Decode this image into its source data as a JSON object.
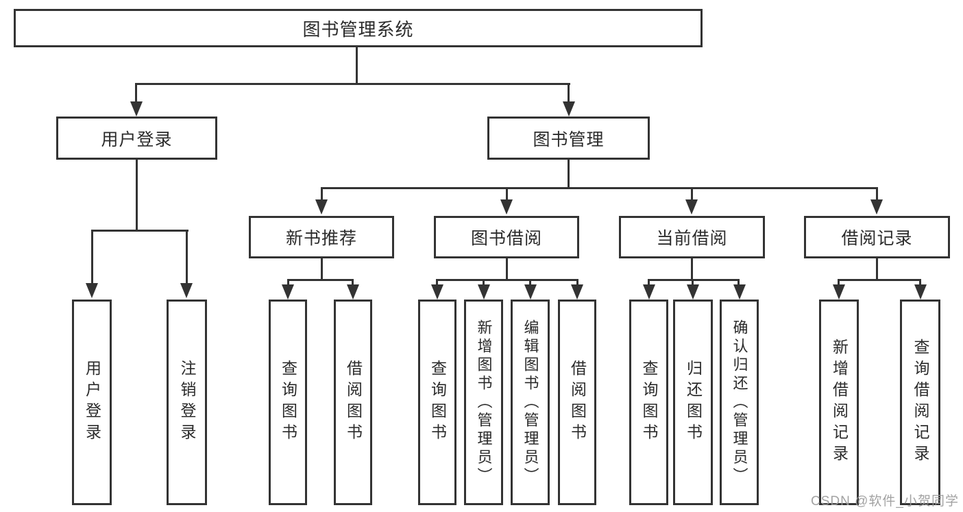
{
  "colors": {
    "line": "#333333",
    "box_border": "#333333",
    "text": "#2b2b2b",
    "watermark": "#9b9b9b",
    "background": "#ffffff"
  },
  "watermark": {
    "text": "CSDN @软件_小贺同学"
  },
  "tree": {
    "label": "图书管理系统",
    "children": [
      {
        "label": "用户登录",
        "children": [
          {
            "label": "用户登录"
          },
          {
            "label": "注销登录"
          }
        ]
      },
      {
        "label": "图书管理",
        "children": [
          {
            "label": "新书推荐",
            "children": [
              {
                "label": "查询图书"
              },
              {
                "label": "借阅图书"
              }
            ]
          },
          {
            "label": "图书借阅",
            "children": [
              {
                "label": "查询图书"
              },
              {
                "label": "新增图书（管理员）"
              },
              {
                "label": "编辑图书（管理员）"
              },
              {
                "label": "借阅图书"
              }
            ]
          },
          {
            "label": "当前借阅",
            "children": [
              {
                "label": "查询图书"
              },
              {
                "label": "归还图书"
              },
              {
                "label": "确认归还（管理员）"
              }
            ]
          },
          {
            "label": "借阅记录",
            "children": [
              {
                "label": "新增借阅记录"
              },
              {
                "label": "查询借阅记录"
              }
            ]
          }
        ]
      }
    ]
  }
}
